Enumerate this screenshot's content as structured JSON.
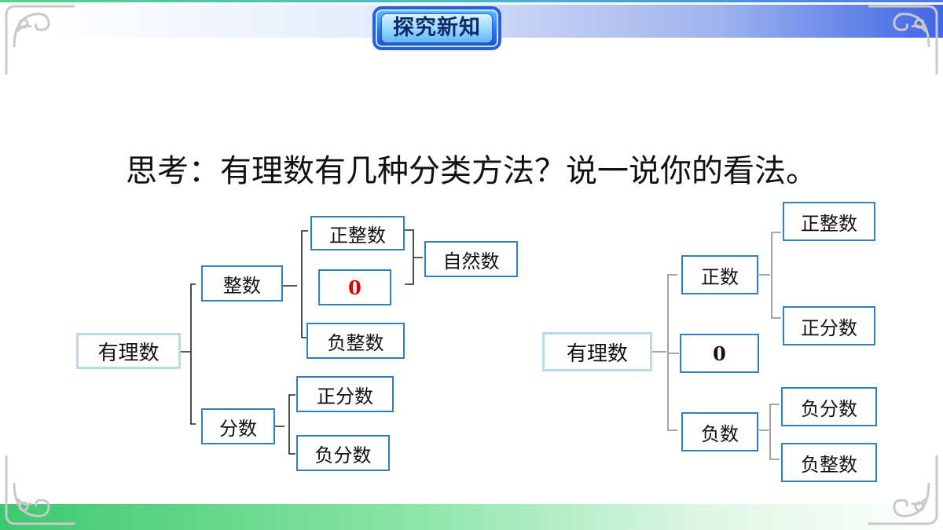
{
  "header": {
    "badge_title": "探究新知"
  },
  "question": "思考：有理数有几种分类方法？说一说你的看法。",
  "left_tree": {
    "root": "有理数",
    "integer": "整数",
    "fraction": "分数",
    "positive_integer": "正整数",
    "zero": "0",
    "negative_integer": "负整数",
    "natural_number": "自然数",
    "positive_fraction": "正分数",
    "negative_fraction": "负分数"
  },
  "right_tree": {
    "root": "有理数",
    "positive": "正数",
    "zero": "0",
    "negative": "负数",
    "positive_integer": "正整数",
    "positive_fraction": "正分数",
    "negative_fraction": "负分数",
    "negative_integer": "负整数"
  },
  "colors": {
    "box_border": "#2f7fc1",
    "root_border": "#b8dbe9",
    "zero_highlight": "#e00000",
    "badge_blue": "#2e72e8",
    "bottom_band_green": "#3ec86e"
  },
  "icons": {
    "corner_ornament": "floral-corner-ornament"
  }
}
